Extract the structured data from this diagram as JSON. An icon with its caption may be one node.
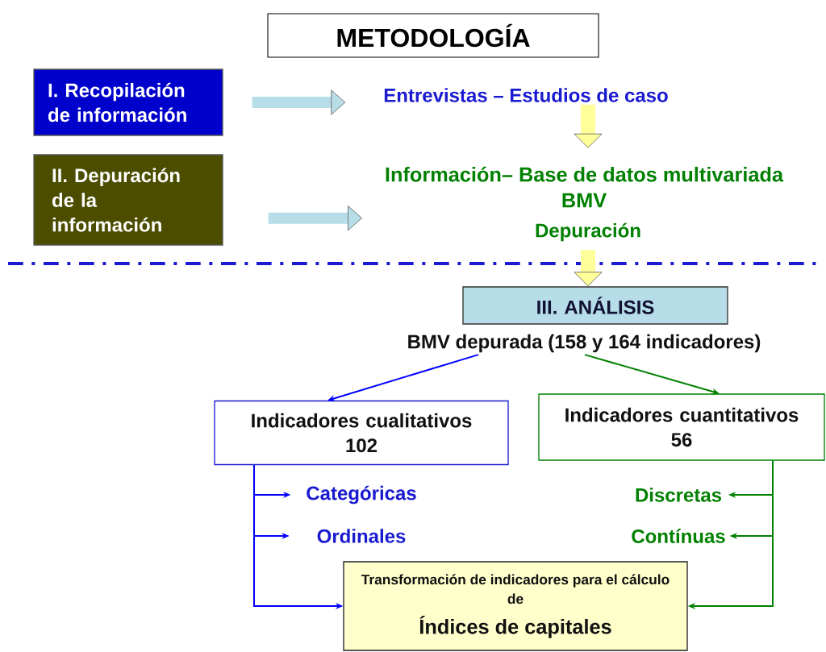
{
  "diagram": {
    "title": "METODOLOGÍA",
    "nodes": [
      {
        "text": [
          "I. Recopilación de información"
        ]
      },
      {
        "text": [
          "Entrevistas – Estudios de caso"
        ]
      },
      {
        "text": [
          "II. Depuración de la información"
        ]
      },
      {
        "text": [
          "Información– Base de datos multivariada BMV"
        ]
      },
      {
        "text": [
          "Depuración"
        ]
      },
      {
        "text": [
          "III. ANÁLISIS"
        ]
      },
      {
        "text": [
          "BMV depurada (158 y 164 indicadores)"
        ]
      },
      {
        "text": [
          "Indicadores cualitativos",
          "102"
        ]
      },
      {
        "text": [
          "Indicadores cuantitativos",
          "56"
        ]
      },
      {
        "text": [
          "Categóricas"
        ]
      },
      {
        "text": [
          "Ordinales"
        ]
      },
      {
        "text": [
          "Discretas"
        ]
      },
      {
        "text": [
          "Contínuas"
        ]
      },
      {
        "text": [
          "Transformación de indicadores para el cálculo de",
          "Índices de capitales"
        ]
      }
    ],
    "edges": [
      {
        "from": 0,
        "to": 1,
        "arrow": "to",
        "style": "thick",
        "color": "#b7dde8"
      },
      {
        "from": 2,
        "to": 3,
        "arrow": "to",
        "style": "thick",
        "color": "#b7dde8"
      },
      {
        "from": 1,
        "to": 3,
        "arrow": "to",
        "style": "thick",
        "color": "#ffff99"
      },
      {
        "from": 4,
        "to": 5,
        "arrow": "to",
        "style": "thick",
        "color": "#ffff99"
      },
      {
        "from": 6,
        "to": 7,
        "arrow": "to",
        "color": "#0000ff"
      },
      {
        "from": 6,
        "to": 8,
        "arrow": "to",
        "color": "#008000"
      },
      {
        "from": 7,
        "to": 9,
        "arrow": "to",
        "color": "#0000ff"
      },
      {
        "from": 7,
        "to": 10,
        "arrow": "to",
        "color": "#0000ff"
      },
      {
        "from": 7,
        "to": 13,
        "arrow": "to",
        "color": "#0000ff"
      },
      {
        "from": 8,
        "to": 11,
        "arrow": "to",
        "color": "#008000"
      },
      {
        "from": 8,
        "to": 12,
        "arrow": "to",
        "color": "#008000"
      },
      {
        "from": 8,
        "to": 13,
        "arrow": "to",
        "color": "#008000"
      }
    ]
  }
}
